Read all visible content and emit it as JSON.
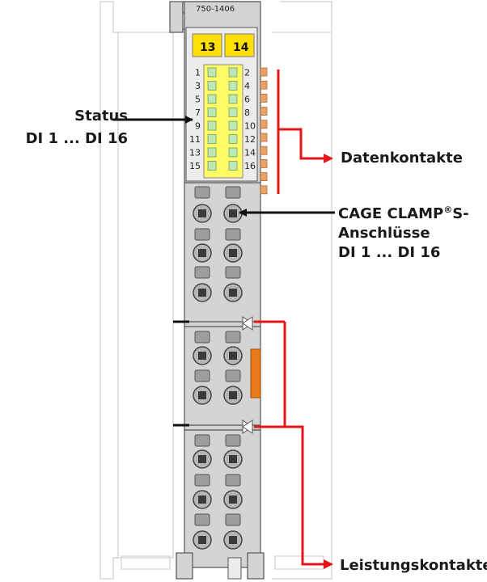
{
  "module": {
    "model_number": "750-1406",
    "terminal_a": "13",
    "terminal_b": "14",
    "led_numbers_left": [
      "1",
      "3",
      "5",
      "7",
      "9",
      "11",
      "13",
      "15"
    ],
    "led_numbers_right": [
      "2",
      "4",
      "6",
      "8",
      "10",
      "12",
      "14",
      "16"
    ]
  },
  "labels": {
    "status_title": "Status",
    "status_range": "DI 1 ... DI 16",
    "data_contacts": "Datenkontakte",
    "cage_clamp_line1_a": "CAGE CLAMP",
    "cage_clamp_reg": "®",
    "cage_clamp_line1_b": "S-",
    "cage_clamp_line2": "Anschlüsse",
    "cage_clamp_line3": "DI 1 ... DI 16",
    "power_contacts": "Leistungskontakte"
  },
  "colors": {
    "body": "#d4d4d4",
    "led_panel": "#fffb66",
    "led": "#bfe7b4",
    "terminal_tag": "#ffe000",
    "data_pins": "#e8a36a",
    "power_contact": "#e87a1c",
    "arrow_red": "#e3161b",
    "arrow_black": "#111111"
  }
}
